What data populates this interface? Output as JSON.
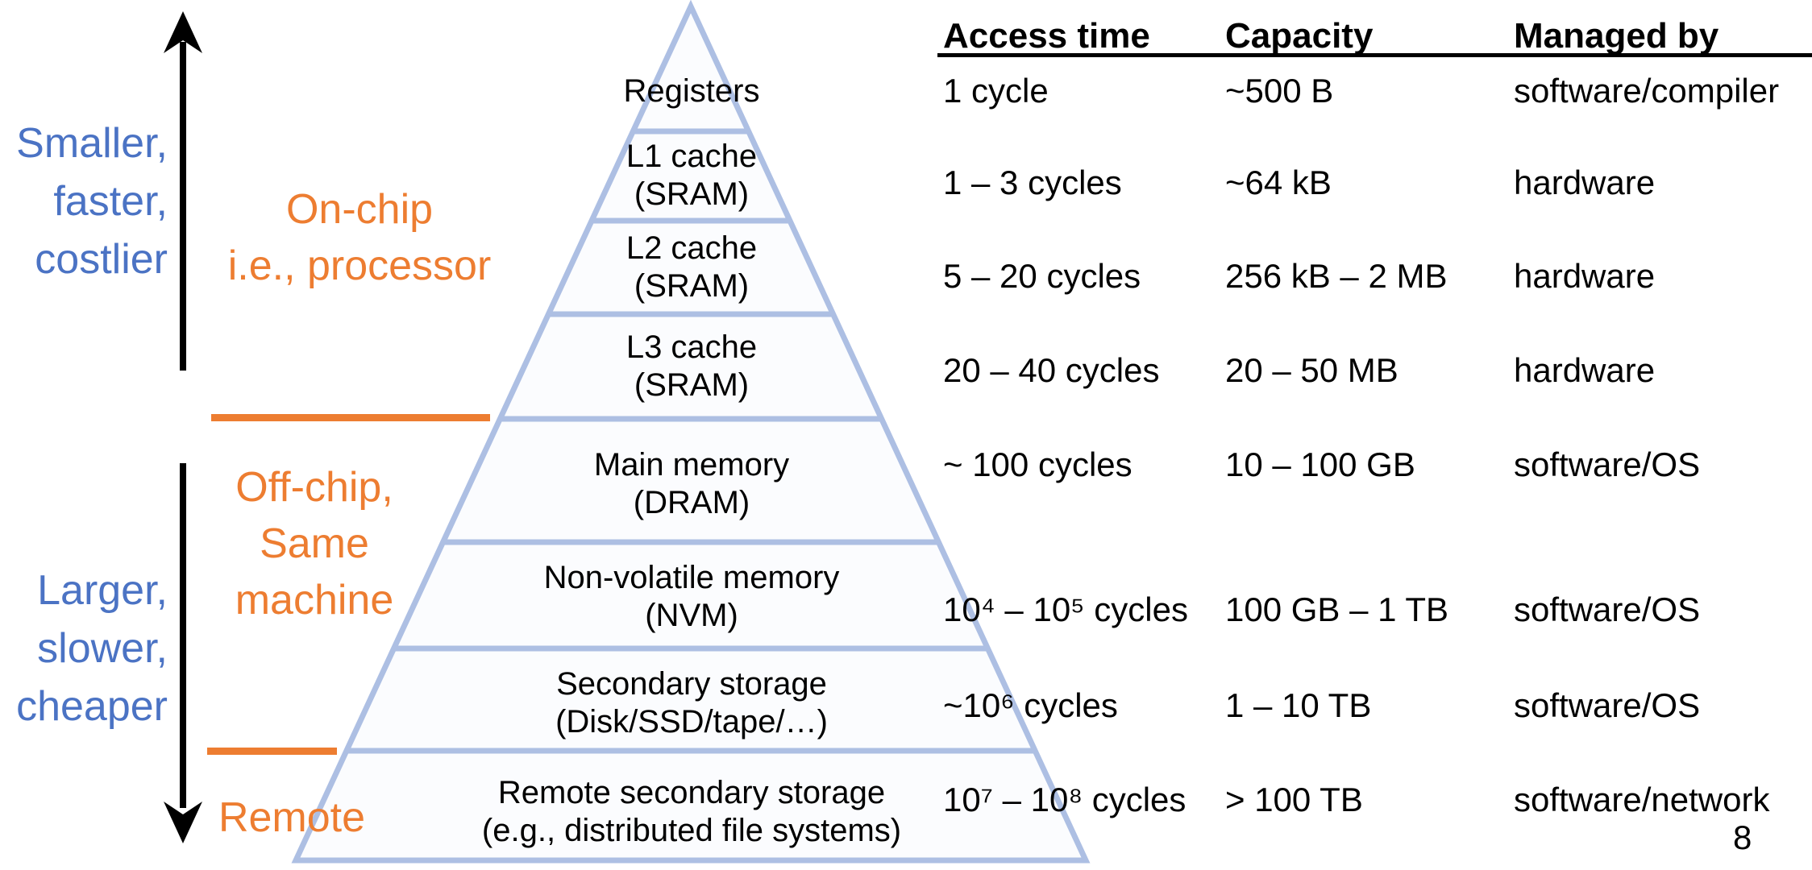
{
  "slide": {
    "page_number": "8",
    "colors": {
      "blue_text": "#4b73c4",
      "orange_accent": "#ED7D31",
      "pyramid_stroke": "#adbfe3",
      "pyramid_fill": "#fbfcfe",
      "arrow_black": "#000000"
    }
  },
  "left_rail": {
    "top_axis_label": "Smaller,\nfaster,\ncostlier",
    "bottom_axis_label": "Larger,\nslower,\ncheaper",
    "on_chip_label": "On-chip\ni.e., processor",
    "off_chip_label": "Off-chip,\nSame\nmachine",
    "remote_label": "Remote"
  },
  "pyramid": {
    "levels": [
      {
        "label": "Registers"
      },
      {
        "label": "L1 cache\n(SRAM)"
      },
      {
        "label": "L2 cache\n(SRAM)"
      },
      {
        "label": "L3 cache\n(SRAM)"
      },
      {
        "label": "Main memory\n(DRAM)"
      },
      {
        "label": "Non-volatile memory\n(NVM)"
      },
      {
        "label": "Secondary storage\n(Disk/SSD/tape/…)"
      },
      {
        "label": "Remote secondary storage\n(e.g., distributed file systems)"
      }
    ]
  },
  "table": {
    "headers": [
      "Access time",
      "Capacity",
      "Managed by"
    ],
    "rows": [
      {
        "access_time": "1 cycle",
        "capacity": "~500 B",
        "managed_by": "software/compiler"
      },
      {
        "access_time": "1 – 3 cycles",
        "capacity": "~64 kB",
        "managed_by": "hardware"
      },
      {
        "access_time": "5 – 20 cycles",
        "capacity": "256 kB – 2 MB",
        "managed_by": "hardware"
      },
      {
        "access_time": "20 – 40 cycles",
        "capacity": "20 – 50 MB",
        "managed_by": "hardware"
      },
      {
        "access_time": "~ 100 cycles",
        "capacity": "10 – 100 GB",
        "managed_by": "software/OS"
      },
      {
        "access_time": "10⁴ – 10⁵ cycles",
        "capacity": "100 GB – 1 TB",
        "managed_by": "software/OS"
      },
      {
        "access_time": "~10⁶ cycles",
        "capacity": "1 – 10 TB",
        "managed_by": "software/OS"
      },
      {
        "access_time": "10⁷ – 10⁸ cycles",
        "capacity": "> 100 TB",
        "managed_by": "software/network"
      }
    ]
  }
}
